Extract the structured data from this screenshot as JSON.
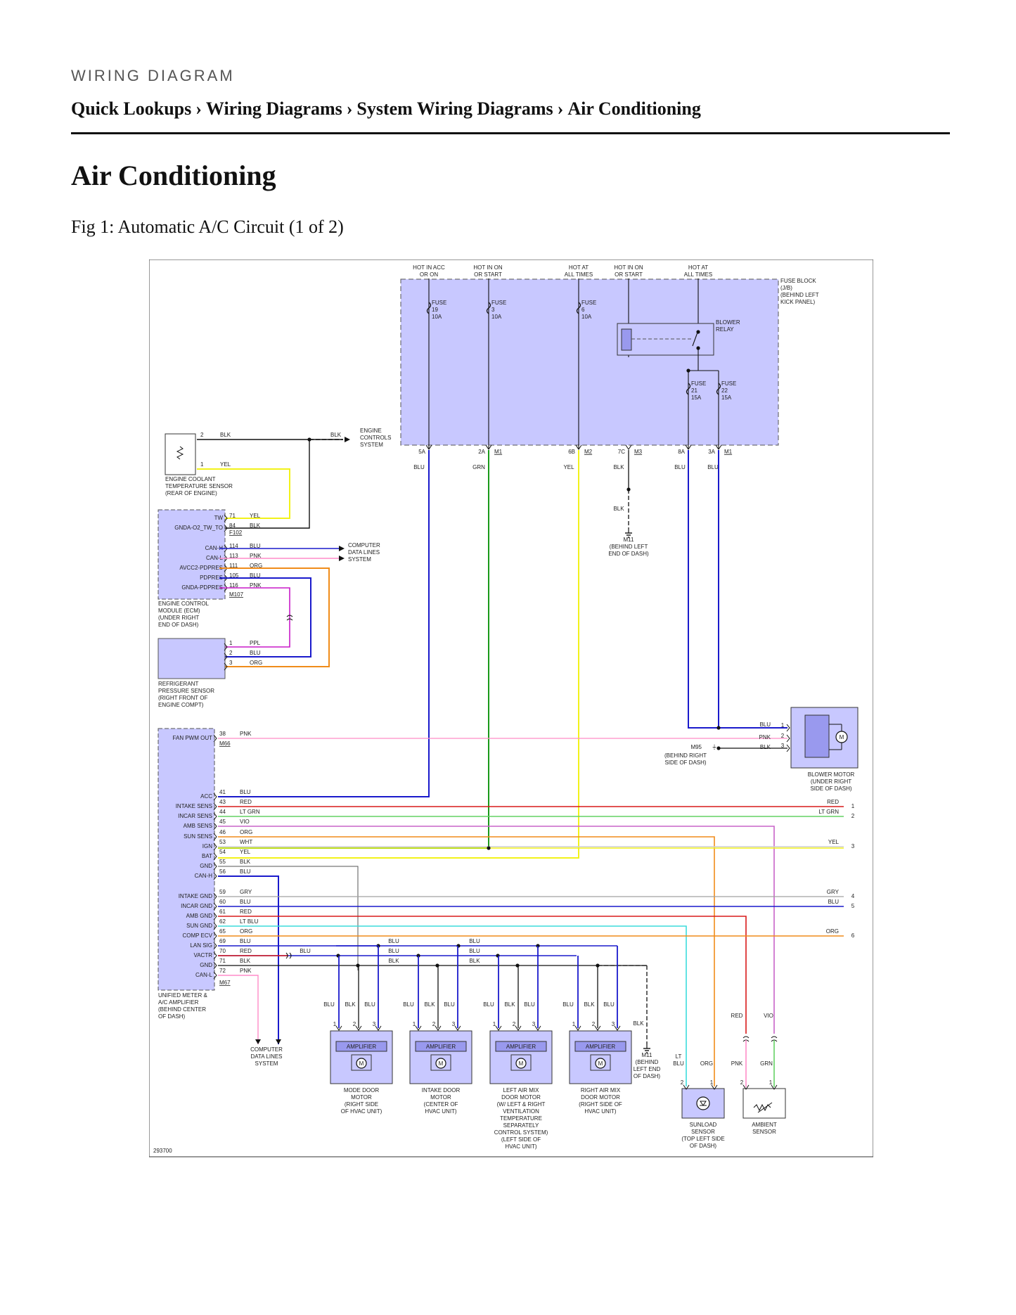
{
  "header": {
    "kicker": "WIRING DIAGRAM",
    "breadcrumbs": [
      "Quick Lookups",
      "Wiring Diagrams",
      "System Wiring Diagrams",
      "Air Conditioning"
    ],
    "separator": "›"
  },
  "page_title": "Air Conditioning",
  "figure_caption": "Fig 1: Automatic A/C Circuit (1 of 2)",
  "diagram": {
    "id": "293700",
    "colors": {
      "fill": "#c8c8ff",
      "blu": "#1a1acc",
      "grn": "#1a9a1a",
      "yel": "#f2f21a",
      "org": "#f08c1a",
      "red": "#d81a1a",
      "pnk": "#ff8cc8",
      "ppl": "#c81ac8",
      "vio": "#c864c8",
      "ltgrn": "#64d264",
      "ltblu": "#3cdcdc",
      "gry": "#a0a0a0",
      "wht": "#e6e6e6",
      "blk": "#222222"
    },
    "power_labels": [
      {
        "l1": "HOT IN ACC",
        "l2": "OR ON"
      },
      {
        "l1": "HOT IN ON",
        "l2": "OR START"
      },
      {
        "l1": "HOT AT",
        "l2": "ALL TIMES"
      },
      {
        "l1": "HOT IN ON",
        "l2": "OR START"
      },
      {
        "l1": "HOT AT",
        "l2": "ALL TIMES"
      }
    ],
    "fuse_block": [
      "FUSE BLOCK",
      "(J/B)",
      "(BEHIND LEFT",
      "KICK PANEL)"
    ],
    "fuses": [
      {
        "name": "FUSE",
        "num": "19",
        "amp": "10A"
      },
      {
        "name": "FUSE",
        "num": "3",
        "amp": "10A"
      },
      {
        "name": "FUSE",
        "num": "6",
        "amp": "10A"
      },
      {
        "name": "FUSE",
        "num": "21",
        "amp": "15A"
      },
      {
        "name": "FUSE",
        "num": "22",
        "amp": "15A"
      }
    ],
    "blower_relay": [
      "BLOWER",
      "RELAY"
    ],
    "fuse_block_pins": [
      {
        "pin": "5A",
        "conn": "",
        "wire": "BLU"
      },
      {
        "pin": "2A",
        "conn": "M1",
        "wire": "GRN"
      },
      {
        "pin": "6B",
        "conn": "M2",
        "wire": "YEL"
      },
      {
        "pin": "7C",
        "conn": "M3",
        "wire": "BLK"
      },
      {
        "pin": "8A",
        "conn": "",
        "wire": "BLU"
      },
      {
        "pin": "3A",
        "conn": "M1",
        "wire": "BLU"
      }
    ],
    "ground_m11_top": {
      "wire": "BLK",
      "label": [
        "M11",
        "(BEHIND LEFT",
        "END OF DASH)"
      ]
    },
    "ect_sensor": {
      "pins": [
        {
          "pin": "2",
          "wire": "BLK"
        },
        {
          "pin": "1",
          "wire": "YEL"
        }
      ],
      "to_engine_wire": "BLK",
      "engine_controls": [
        "ENGINE",
        "CONTROLS",
        "SYSTEM"
      ],
      "label": [
        "ENGINE COOLANT",
        "TEMPERATURE SENSOR",
        "(REAR OF ENGINE)"
      ]
    },
    "ecm": {
      "rows": [
        {
          "name": "TW",
          "pin": "71",
          "wire": "YEL"
        },
        {
          "name": "GNDA-O2_TW_TO",
          "pin": "84",
          "wire": "BLK"
        },
        {
          "name": "",
          "pin": "F102",
          "wire": ""
        },
        {
          "name": "CAN-H",
          "pin": "114",
          "wire": "BLU"
        },
        {
          "name": "CAN-L",
          "pin": "113",
          "wire": "PNK"
        },
        {
          "name": "AVCC2-PDPRES",
          "pin": "111",
          "wire": "ORG"
        },
        {
          "name": "PDPRES",
          "pin": "105",
          "wire": "BLU"
        },
        {
          "name": "GNDA-PDPRES",
          "pin": "116",
          "wire": "PNK"
        },
        {
          "name": "",
          "pin": "M107",
          "wire": ""
        }
      ],
      "data_lines": [
        "COMPUTER",
        "DATA LINES",
        "SYSTEM"
      ],
      "label": [
        "ENGINE CONTROL",
        "MODULE (ECM)",
        "(UNDER RIGHT",
        "END OF DASH)"
      ]
    },
    "refrigerant_sensor": {
      "pins": [
        {
          "pin": "1",
          "wire": "PPL"
        },
        {
          "pin": "2",
          "wire": "BLU"
        },
        {
          "pin": "3",
          "wire": "ORG"
        }
      ],
      "label": [
        "REFRIGERANT",
        "PRESSURE SENSOR",
        "(RIGHT FRONT OF",
        "ENGINE COMPT)"
      ]
    },
    "amplifier": {
      "fan_row": {
        "name": "FAN PWM OUT",
        "pin": "38",
        "wire": "PNK",
        "conn": "M66"
      },
      "rows": [
        {
          "name": "ACC",
          "pin": "41",
          "wire": "BLU"
        },
        {
          "name": "INTAKE SENS",
          "pin": "43",
          "wire": "RED"
        },
        {
          "name": "INCAR SENS",
          "pin": "44",
          "wire": "LT GRN"
        },
        {
          "name": "AMB SENS",
          "pin": "45",
          "wire": "VIO"
        },
        {
          "name": "SUN SENS",
          "pin": "46",
          "wire": "ORG"
        },
        {
          "name": "IGN",
          "pin": "53",
          "wire": "WHT"
        },
        {
          "name": "BAT",
          "pin": "54",
          "wire": "YEL"
        },
        {
          "name": "GND",
          "pin": "55",
          "wire": "BLK"
        },
        {
          "name": "CAN-H",
          "pin": "56",
          "wire": "BLU"
        },
        {
          "name": "INTAKE GND",
          "pin": "59",
          "wire": "GRY"
        },
        {
          "name": "INCAR GND",
          "pin": "60",
          "wire": "BLU"
        },
        {
          "name": "AMB GND",
          "pin": "61",
          "wire": "RED"
        },
        {
          "name": "SUN GND",
          "pin": "62",
          "wire": "LT BLU"
        },
        {
          "name": "COMP ECV",
          "pin": "65",
          "wire": "ORG"
        },
        {
          "name": "LAN SIG",
          "pin": "69",
          "wire": "BLU"
        },
        {
          "name": "VACTR",
          "pin": "70",
          "wire": "RED"
        },
        {
          "name": "GND",
          "pin": "71",
          "wire": "BLK"
        },
        {
          "name": "CAN-L",
          "pin": "72",
          "wire": "PNK"
        }
      ],
      "conn": "M67",
      "vactr_wire": "BLU",
      "label": [
        "UNIFIED METER &",
        "A/C AMPLIFIER",
        "(BEHIND CENTER",
        "OF DASH)"
      ],
      "data_lines": [
        "COMPUTER",
        "DATA LINES",
        "SYSTEM"
      ]
    },
    "bus_labels": [
      {
        "wire": "BLU"
      },
      {
        "wire": "BLU"
      },
      {
        "wire": "BLU"
      },
      {
        "wire": "BLU"
      },
      {
        "wire": "BLK"
      },
      {
        "wire": "BLK"
      }
    ],
    "blower_motor": {
      "pins": [
        {
          "pin": "1",
          "wire": "BLU"
        },
        {
          "pin": "2",
          "wire": "PNK"
        },
        {
          "pin": "3",
          "wire": "BLK"
        }
      ],
      "ground": [
        "M95",
        "(BEHIND RIGHT",
        "SIDE OF DASH)"
      ],
      "label": [
        "BLOWER MOTOR",
        "(UNDER RIGHT",
        "SIDE OF DASH)"
      ]
    },
    "offpage": [
      {
        "wire": "RED",
        "num": "1"
      },
      {
        "wire": "LT GRN",
        "num": "2"
      },
      {
        "wire": "YEL",
        "num": "3"
      },
      {
        "wire": "GRY",
        "num": "4"
      },
      {
        "wire": "BLU",
        "num": "5"
      },
      {
        "wire": "ORG",
        "num": "6"
      }
    ],
    "door_motors": [
      {
        "wires": [
          "BLU",
          "BLK",
          "BLU"
        ],
        "label": [
          "MODE DOOR",
          "MOTOR",
          "(RIGHT SIDE",
          "OF HVAC UNIT)"
        ]
      },
      {
        "wires": [
          "BLU",
          "BLK",
          "BLU"
        ],
        "label": [
          "INTAKE DOOR",
          "MOTOR",
          "(CENTER OF",
          "HVAC UNIT)"
        ]
      },
      {
        "wires": [
          "BLU",
          "BLK",
          "BLU"
        ],
        "label": [
          "LEFT AIR MIX",
          "DOOR MOTOR",
          "(W/ LEFT & RIGHT",
          "VENTILATION",
          "TEMPERATURE",
          "SEPARATELY",
          "CONTROL SYSTEM)",
          "(LEFT SIDE OF",
          "HVAC UNIT)"
        ]
      },
      {
        "wires": [
          "BLU",
          "BLK",
          "BLU"
        ],
        "label": [
          "RIGHT AIR MIX",
          "DOOR MOTOR",
          "(RIGHT SIDE OF",
          "HVAC UNIT)"
        ]
      }
    ],
    "amp_box_label": "AMPLIFIER",
    "motor_symbol": "M",
    "pin_numbers": [
      "1",
      "2",
      "3"
    ],
    "ground_m11_bottom": {
      "wire": "BLK",
      "label": [
        "M11",
        "(BEHIND",
        "LEFT END",
        "OF DASH)"
      ]
    },
    "sunload_sensor": {
      "wires": [
        {
          "l1": "LT",
          "l2": "BLU"
        },
        {
          "l1": "ORG",
          "l2": ""
        }
      ],
      "pins": [
        "2",
        "1"
      ],
      "label": [
        "SUNLOAD",
        "SENSOR",
        "(TOP LEFT SIDE",
        "OF DASH)"
      ]
    },
    "ambient_sensor": {
      "wires_top": [
        "RED",
        "VIO"
      ],
      "wires": [
        "PNK",
        "GRN"
      ],
      "pins": [
        "2",
        "1"
      ],
      "label": [
        "AMBIENT",
        "SENSOR"
      ]
    }
  }
}
